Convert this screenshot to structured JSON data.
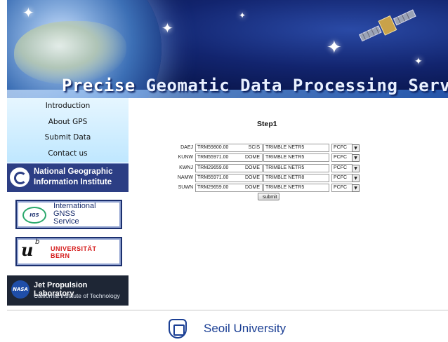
{
  "banner": {
    "title_prefix": "Precise",
    "title_rest": "Geomatic Data Processing Service"
  },
  "menu": {
    "items": [
      "Introduction",
      "About GPS",
      "Submit Data",
      "Contact us"
    ]
  },
  "logos": {
    "ngii_line1": "National Geographic",
    "ngii_line2": "Information Institute",
    "igs_emblem": "IGS",
    "igs_line1": "International",
    "igs_line2": "GNSS",
    "igs_line3": "Service",
    "bern_u": "u",
    "bern_b": "b",
    "bern_line1": "UNIVERSITÄT",
    "bern_line2": "BERN",
    "nasa_emblem": "NASA",
    "jpl_line1": "Jet Propulsion Laboratory",
    "jpl_line2": "California Institute of Technology"
  },
  "form": {
    "step_label": "Step1",
    "submit_label": "submit",
    "dropdown_glyph": "▼",
    "stations": [
      {
        "name": "DAEJ",
        "antenna": "TRM59800.00",
        "radome": "SCIS",
        "receiver": "TRIMBLE NETR5",
        "format": "PCFC"
      },
      {
        "name": "KUNW",
        "antenna": "TRM55971.00",
        "radome": "DOME",
        "receiver": "TRIMBLE NETR5",
        "format": "PCFC"
      },
      {
        "name": "KWNJ",
        "antenna": "TRM29659.00",
        "radome": "DOME",
        "receiver": "TRIMBLE NETR5",
        "format": "PCFC"
      },
      {
        "name": "NAMW",
        "antenna": "TRM55971.00",
        "radome": "DOME",
        "receiver": "TRIMBLE NETR8",
        "format": "PCFC"
      },
      {
        "name": "SUWN",
        "antenna": "TRM29659.00",
        "radome": "DOME",
        "receiver": "TRIMBLE NETR5",
        "format": "PCFC"
      }
    ]
  },
  "footer": {
    "university": "Seoil University"
  },
  "icons": {
    "satellite": "satellite-icon",
    "globe": "globe-icon",
    "stars": "star-icon"
  }
}
